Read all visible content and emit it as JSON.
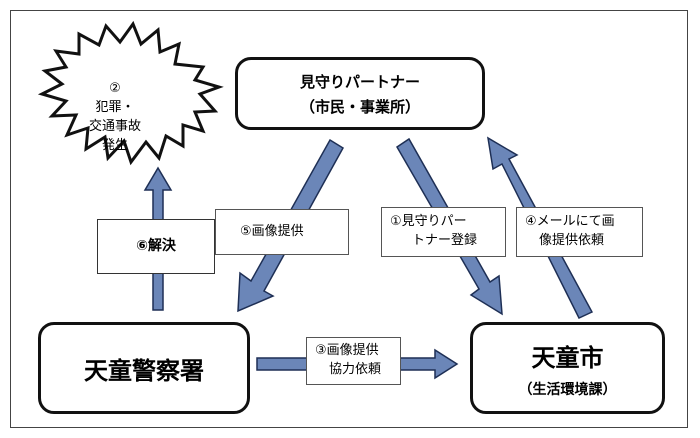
{
  "partner": {
    "line1": "見守りパートナー",
    "line2": "（市民・事業所）"
  },
  "police": {
    "name": "天童警察署"
  },
  "city": {
    "name": "天童市",
    "dept": "（生活環境課）"
  },
  "incident": {
    "num": "②",
    "line1": "犯罪・",
    "line2": "交通事故",
    "line3": "発生"
  },
  "steps": {
    "s1": {
      "line1": "①見守りパー",
      "line2": "トナー登録"
    },
    "s3": {
      "line1": "③画像提供",
      "line2": "協力依頼"
    },
    "s4": {
      "line1": "④メールにて画",
      "line2": "像提供依頼"
    },
    "s5": {
      "line1": "⑤画像提供"
    },
    "s6": {
      "line1": "⑥解決"
    }
  },
  "colors": {
    "arrow_fill": "#6b86b8",
    "arrow_stroke": "#1e2f55",
    "border": "#111111"
  }
}
